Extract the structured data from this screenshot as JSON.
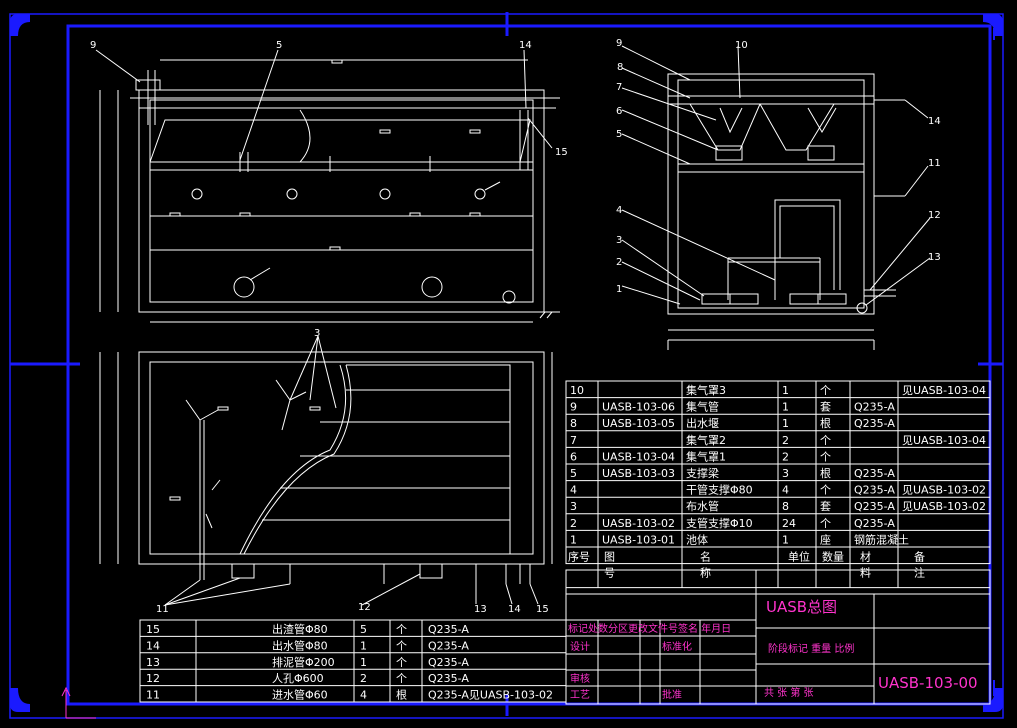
{
  "drawing": {
    "title": "UASB总图",
    "drawing_number": "UASB-103-00",
    "colors": {
      "frame": "#1a1aff",
      "lines": "#ffffff",
      "title_text": "#ff33cc",
      "magenta": "#ff33cc"
    }
  },
  "callouts": {
    "front": [
      "9",
      "5",
      "14",
      "15"
    ],
    "side": [
      "9",
      "10",
      "8",
      "7",
      "6",
      "5",
      "14",
      "11",
      "4",
      "3",
      "2",
      "1",
      "12",
      "13"
    ],
    "plan": [
      "3",
      "11",
      "12",
      "13",
      "14",
      "15"
    ]
  },
  "parts_upper": {
    "rows": [
      {
        "no": "10",
        "code": "",
        "name": "集气罩3",
        "qty": "1",
        "unit": "个",
        "material": "",
        "note": "见UASB-103-04"
      },
      {
        "no": "9",
        "code": "UASB-103-06",
        "name": "集气管",
        "qty": "1",
        "unit": "套",
        "material": "Q235-A",
        "note": ""
      },
      {
        "no": "8",
        "code": "UASB-103-05",
        "name": "出水堰",
        "qty": "1",
        "unit": "根",
        "material": "Q235-A",
        "note": ""
      },
      {
        "no": "7",
        "code": "",
        "name": "集气罩2",
        "qty": "2",
        "unit": "个",
        "material": "",
        "note": "见UASB-103-04"
      },
      {
        "no": "6",
        "code": "UASB-103-04",
        "name": "集气罩1",
        "qty": "2",
        "unit": "个",
        "material": "",
        "note": ""
      },
      {
        "no": "5",
        "code": "UASB-103-03",
        "name": "支撑梁",
        "qty": "3",
        "unit": "根",
        "material": "Q235-A",
        "note": ""
      },
      {
        "no": "4",
        "code": "",
        "name": "干管支撑Φ80",
        "qty": "4",
        "unit": "个",
        "material": "Q235-A",
        "note": "见UASB-103-02"
      },
      {
        "no": "3",
        "code": "",
        "name": "布水管",
        "qty": "8",
        "unit": "套",
        "material": "Q235-A",
        "note": "见UASB-103-02"
      },
      {
        "no": "2",
        "code": "UASB-103-02",
        "name": "支管支撑Φ10",
        "qty": "24",
        "unit": "个",
        "material": "Q235-A",
        "note": ""
      },
      {
        "no": "1",
        "code": "UASB-103-01",
        "name": "池体",
        "qty": "1",
        "unit": "座",
        "material": "钢筋混凝土",
        "note": ""
      }
    ],
    "header": {
      "no": "序号",
      "code": "图",
      "name": "名",
      "unit": "单位",
      "qty": "数量",
      "material": "材",
      "note": "备"
    },
    "header2": {
      "code": "号",
      "name": "称",
      "material": "料",
      "note": "注"
    }
  },
  "parts_lower": {
    "rows": [
      {
        "no": "15",
        "name": "出渣管Φ80",
        "qty": "5",
        "unit": "个",
        "material": "Q235-A"
      },
      {
        "no": "14",
        "name": "出水管Φ80",
        "qty": "1",
        "unit": "个",
        "material": "Q235-A"
      },
      {
        "no": "13",
        "name": "排泥管Φ200",
        "qty": "1",
        "unit": "个",
        "material": "Q235-A"
      },
      {
        "no": "12",
        "name": "人孔Φ600",
        "qty": "2",
        "unit": "个",
        "material": "Q235-A"
      },
      {
        "no": "11",
        "name": "进水管Φ60",
        "qty": "4",
        "unit": "根",
        "material": "Q235-A见UASB-103-02"
      }
    ]
  },
  "title_block": {
    "revision_header": "标记处数分区更改文件号签名 年月日",
    "design": "设计",
    "standard": "标准化",
    "review": "审核",
    "process": "工艺",
    "approve": "批准",
    "stage_header": "阶段标记 重量 比例",
    "sheets": "共  张   第  张"
  }
}
